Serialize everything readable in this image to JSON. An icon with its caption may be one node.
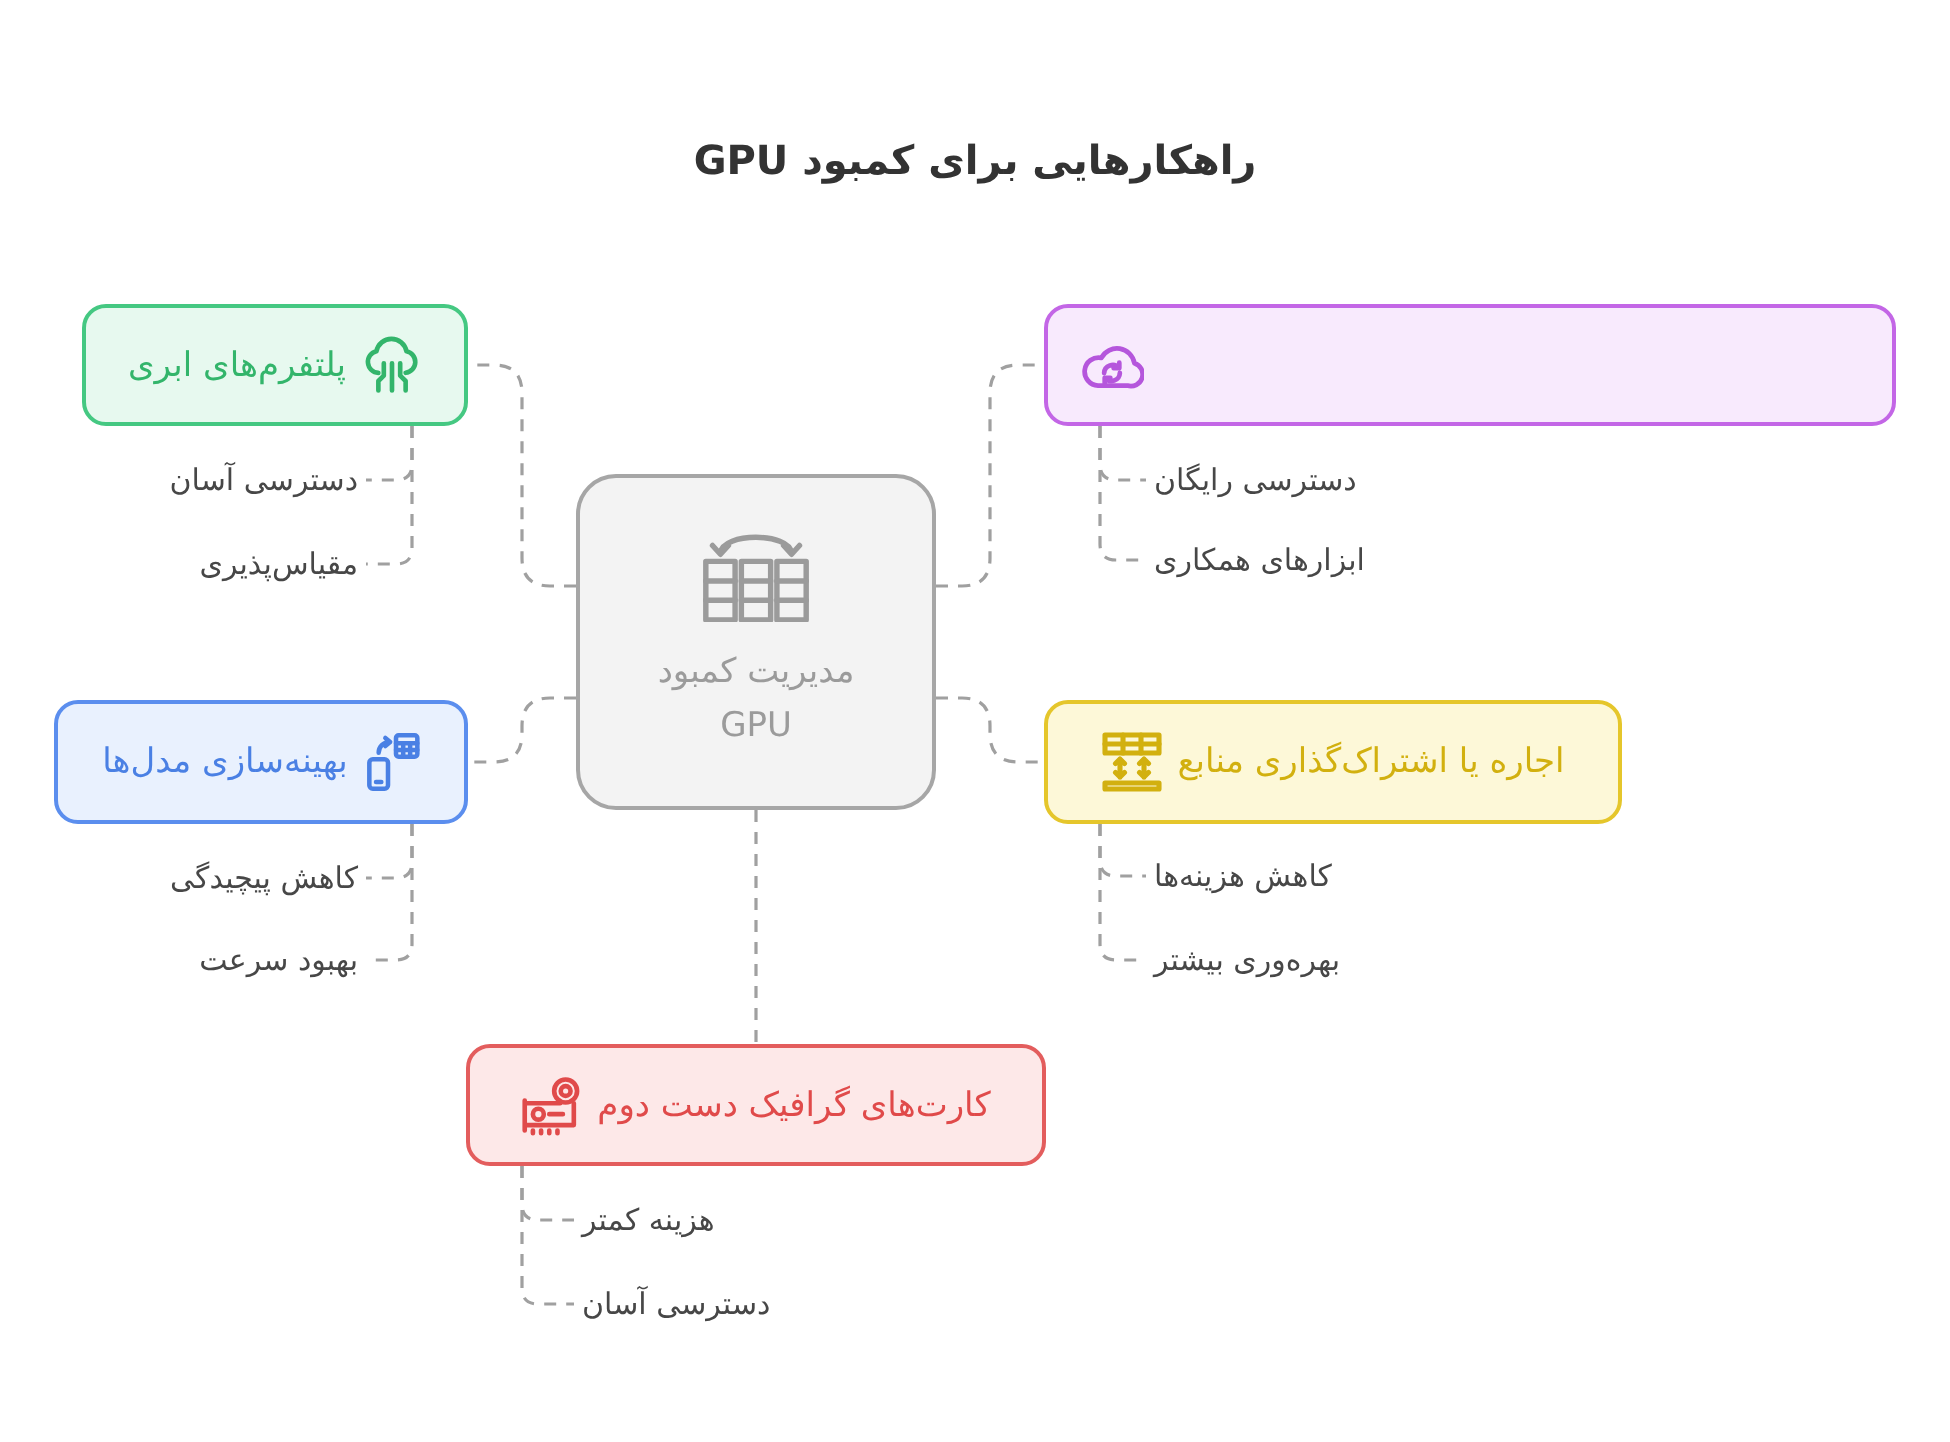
{
  "diagram": {
    "title": "راهکارهایی برای کمبود GPU",
    "nodes": [
      {
        "text": [
          "مدیریت کمبود GPU"
        ]
      },
      {
        "text": [
          "پلتفرم‌های ابری"
        ]
      },
      {
        "text": [
          "دسترسی آسان"
        ]
      },
      {
        "text": [
          "مقیاس‌پذیری"
        ]
      },
      {
        "text": [],
        "shape": "box"
      },
      {
        "text": [
          "دسترسی رایگان"
        ]
      },
      {
        "text": [
          "ابزارهای همکاری"
        ]
      },
      {
        "text": [
          "بهینه‌سازی مدل‌ها"
        ]
      },
      {
        "text": [
          "کاهش پیچیدگی"
        ]
      },
      {
        "text": [
          "بهبود سرعت"
        ]
      },
      {
        "text": [
          "اجاره یا اشتراک‌گذاری منابع"
        ]
      },
      {
        "text": [
          "کاهش هزینه‌ها"
        ]
      },
      {
        "text": [
          "بهره‌وری بیشتر"
        ]
      },
      {
        "text": [
          "کارت‌های گرافیک دست دوم"
        ]
      },
      {
        "text": [
          "هزینه کمتر"
        ]
      },
      {
        "text": [
          "دسترسی آسان"
        ]
      }
    ],
    "edges": [
      {
        "from": 0,
        "to": 1,
        "arrow": "none",
        "style": "dashed"
      },
      {
        "from": 0,
        "to": 4,
        "arrow": "none",
        "style": "dashed"
      },
      {
        "from": 0,
        "to": 7,
        "arrow": "none",
        "style": "dashed"
      },
      {
        "from": 0,
        "to": 10,
        "arrow": "none",
        "style": "dashed"
      },
      {
        "from": 0,
        "to": 13,
        "arrow": "none",
        "style": "dashed"
      },
      {
        "from": 1,
        "to": 2,
        "arrow": "none",
        "style": "dashed"
      },
      {
        "from": 1,
        "to": 3,
        "arrow": "none",
        "style": "dashed"
      },
      {
        "from": 4,
        "to": 5,
        "arrow": "none",
        "style": "dashed"
      },
      {
        "from": 4,
        "to": 6,
        "arrow": "none",
        "style": "dashed"
      },
      {
        "from": 7,
        "to": 8,
        "arrow": "none",
        "style": "dashed"
      },
      {
        "from": 7,
        "to": 9,
        "arrow": "none",
        "style": "dashed"
      },
      {
        "from": 10,
        "to": 11,
        "arrow": "none",
        "style": "dashed"
      },
      {
        "from": 10,
        "to": 12,
        "arrow": "none",
        "style": "dashed"
      },
      {
        "from": 13,
        "to": 14,
        "arrow": "none",
        "style": "dashed"
      },
      {
        "from": 13,
        "to": 15,
        "arrow": "none",
        "style": "dashed"
      }
    ]
  }
}
